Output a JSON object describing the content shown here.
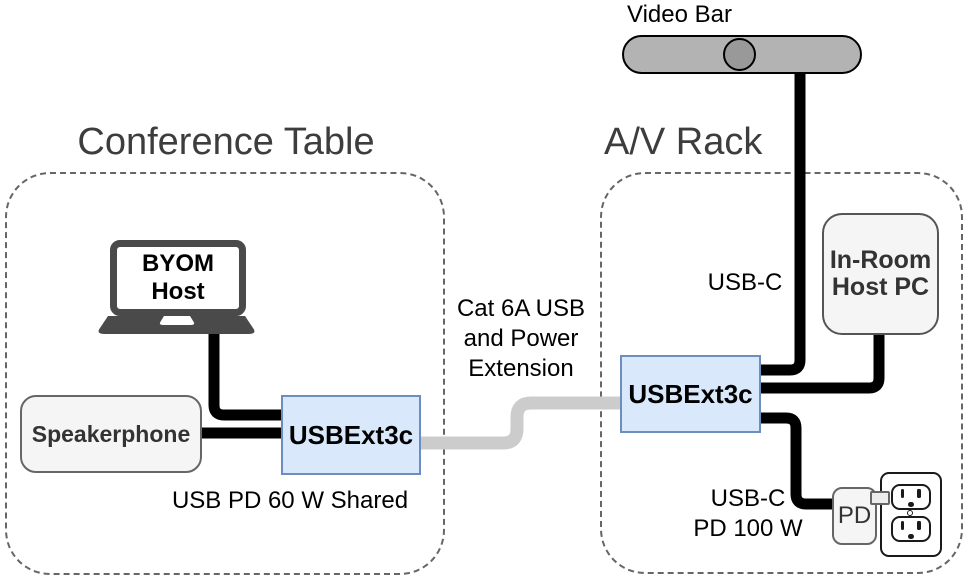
{
  "groups": {
    "conference_table": "Conference Table",
    "av_rack": "A/V Rack"
  },
  "nodes": {
    "video_bar": "Video Bar",
    "byom_host": [
      "BYOM",
      "Host"
    ],
    "speakerphone": "Speakerphone",
    "usbext_table": "USBExt3c",
    "usbext_rack": "USBExt3c",
    "in_room_pc": [
      "In-Room",
      "Host PC"
    ],
    "pd_adapter": "PD"
  },
  "labels": {
    "extension": [
      "Cat 6A USB",
      "and Power",
      "Extension"
    ],
    "usb_pd_shared": "USB PD 60 W Shared",
    "usb_c": "USB-C",
    "usb_c_pd": [
      "USB-C",
      "PD 100 W"
    ]
  },
  "colors": {
    "cable": "#000000",
    "extension_cable": "#cccccc",
    "usbext_fill": "#dae8fc",
    "usbext_border": "#6c8ebf",
    "device_fill": "#f5f5f5",
    "device_border": "#666666",
    "videobar_fill": "#b3b3b3",
    "videobar_lens": "#999999",
    "laptop_color": "#4a4a4a",
    "zone_border": "#666666"
  }
}
